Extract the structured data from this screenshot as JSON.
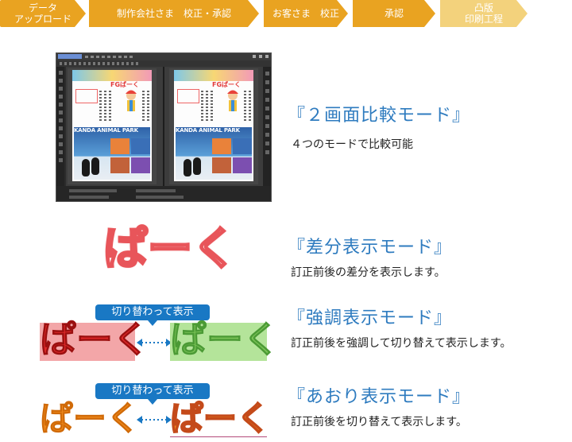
{
  "steps": [
    {
      "label": "データ\nアップロード"
    },
    {
      "label": "制作会社さま　校正・承認"
    },
    {
      "label": "お客さま　校正"
    },
    {
      "label": "承認"
    },
    {
      "label": "凸版\n印刷工程"
    }
  ],
  "editor": {
    "page_title": "FGぱーく",
    "banner": "KANDA ANIMAL PARK"
  },
  "modes": [
    {
      "title": "『２画面比較モード』",
      "desc": "４つのモードで比較可能"
    },
    {
      "title": "『差分表示モード』",
      "desc": "訂正前後の差分を表示します。"
    },
    {
      "title": "『強調表示モード』",
      "desc": "訂正前後を強調して切り替えて表示します。"
    },
    {
      "title": "『あおり表示モード』",
      "desc": "訂正前後を切り替えて表示します。"
    }
  ],
  "visuals": {
    "word": "ぱーく",
    "toggle_label": "切り替わって表示"
  },
  "colors": {
    "step": "#e9a321",
    "step_last": "#f3d27c",
    "title_blue": "#2e7bbf",
    "tag_blue": "#1978c4",
    "highlight_red": "#e8555a",
    "highlight_green": "#8ccf6a",
    "orange": "#f08a1c"
  }
}
